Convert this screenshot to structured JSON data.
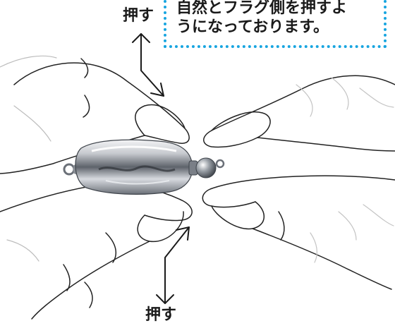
{
  "labels": {
    "top_press": "押す",
    "bottom_press": "押す"
  },
  "callout": {
    "lines": [
      "自然とフラグ側を押すよ",
      "うになっております。"
    ],
    "border_color": "#18a5e0"
  },
  "icons": {
    "upper_left_finger": "finger-outline-icon",
    "upper_right_finger": "finger-outline-icon",
    "lower_left_finger": "finger-outline-icon",
    "lower_right_finger": "finger-outline-icon",
    "clasp": "metal-clasp-icon",
    "top_arrow": "press-arrow-down-icon",
    "bottom_arrow": "press-arrow-up-icon"
  },
  "colors": {
    "line": "#222222",
    "arrow": "#1a1a1a",
    "metal_dark": "#4b5058",
    "metal_mid": "#8a8f96",
    "metal_light": "#eef0f2"
  }
}
